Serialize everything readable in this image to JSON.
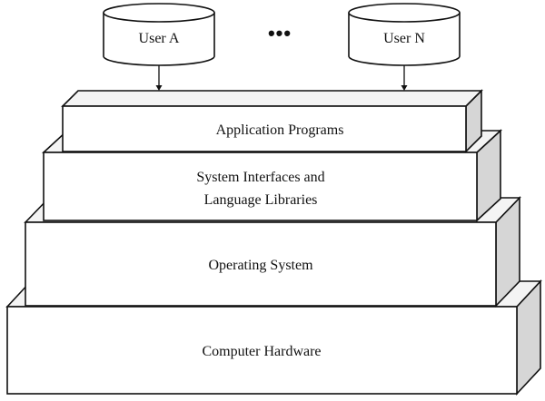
{
  "users": [
    {
      "label": "User A"
    },
    {
      "label": "User N"
    }
  ],
  "ellipsis": "•••",
  "layers": [
    {
      "label_lines": [
        "Application Programs"
      ]
    },
    {
      "label_lines": [
        "System Interfaces and",
        "Language Libraries"
      ]
    },
    {
      "label_lines": [
        "Operating System"
      ]
    },
    {
      "label_lines": [
        "Computer Hardware"
      ]
    }
  ]
}
